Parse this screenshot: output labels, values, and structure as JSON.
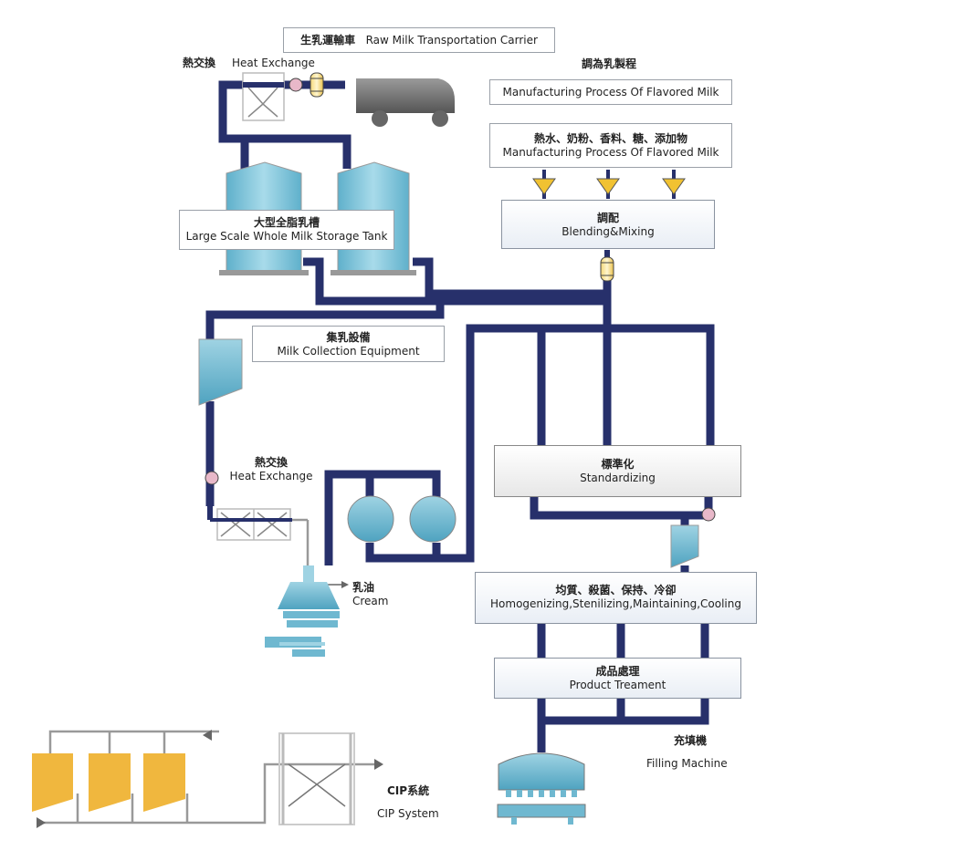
{
  "carrier": {
    "zh": "生乳運輸車",
    "en": "Raw Milk Transportation Carrier"
  },
  "heat_exchange_top": {
    "zh": "熱交換",
    "en": "Heat Exchange"
  },
  "flavored": {
    "zh": "調為乳製程",
    "en": "Manufacturing Process Of Flavored Milk"
  },
  "ingredients": {
    "zh": "熱水、奶粉、香料、糖、添加物",
    "en": "Manufacturing Process Of Flavored Milk"
  },
  "blending": {
    "zh": "調配",
    "en": "Blending&Mixing"
  },
  "storage": {
    "zh": "大型全脂乳槽",
    "en": "Large Scale Whole Milk Storage Tank"
  },
  "collection": {
    "zh": "集乳設備",
    "en": "Milk Collection Equipment"
  },
  "heat_exchange_mid": {
    "zh": "熱交換",
    "en": "Heat Exchange"
  },
  "standardizing": {
    "zh": "標準化",
    "en": "Standardizing"
  },
  "cream": {
    "zh": "乳油",
    "en": "Cream"
  },
  "homogenizing": {
    "zh": "均質、殺菌、保持、冷卻",
    "en": "Homogenizing,Stenilizing,Maintaining,Cooling"
  },
  "product": {
    "zh": "成品處理",
    "en": "Product Treament"
  },
  "filling": {
    "zh": "充填機",
    "en": "Filling Machine"
  },
  "cip": {
    "zh": "CIP系統",
    "en": "CIP System"
  },
  "colors": {
    "pipe": "#27306b",
    "tank": "#6fb8d0",
    "valve": "#f1c232",
    "cip_tank": "#f0b73e",
    "marker": "#e8b8c9"
  }
}
